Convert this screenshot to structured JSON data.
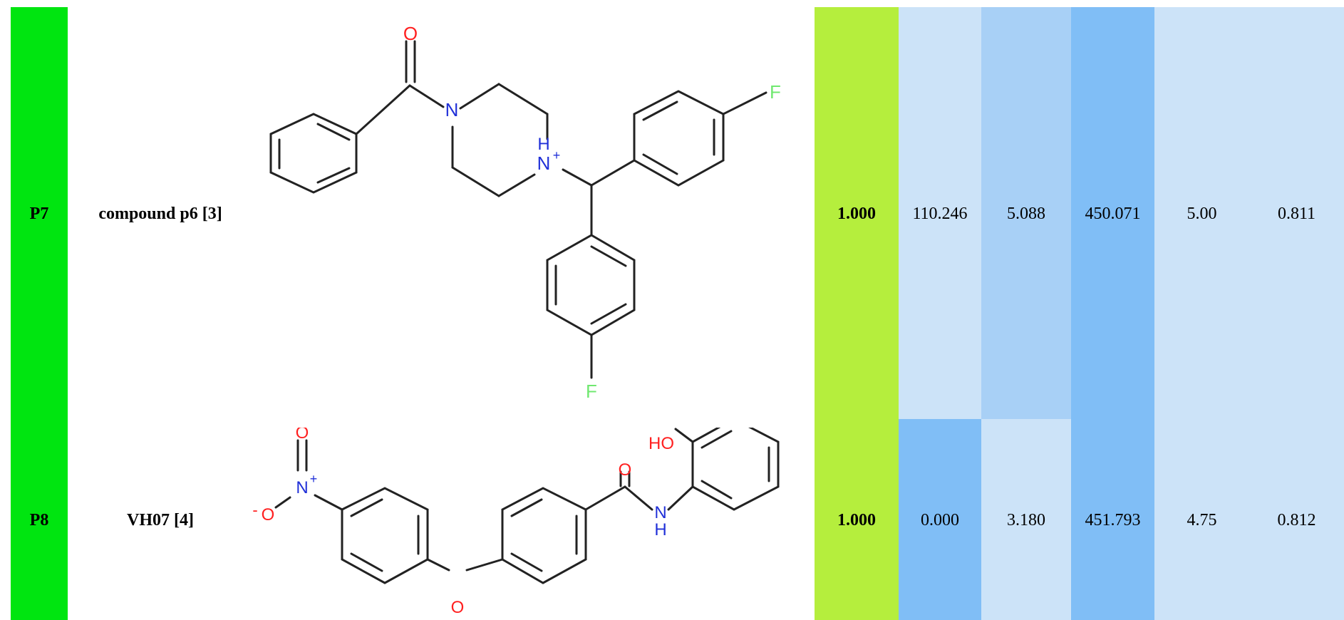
{
  "colors": {
    "id_col": "#00e510",
    "score_col": "#b5ee3d",
    "shade_light": "#cce3f8",
    "shade_mid": "#a8d0f6",
    "shade_dark": "#80bef6"
  },
  "rows": [
    {
      "id": "P7",
      "name": "compound p6 [3]",
      "structure": "compound-p6",
      "score": "1.000",
      "v1": "110.246",
      "v2": "5.088",
      "v3": "450.071",
      "v4": "5.00",
      "v5": "0.811"
    },
    {
      "id": "P8",
      "name": "VH07 [4]",
      "structure": "VH07",
      "score": "1.000",
      "v1": "0.000",
      "v2": "3.180",
      "v3": "451.793",
      "v4": "4.75",
      "v5": "0.812"
    }
  ],
  "atoms": {
    "o": "O",
    "n": "N",
    "h": "H",
    "plus": "+",
    "f": "F",
    "ho": "HO",
    "minus": "-"
  }
}
